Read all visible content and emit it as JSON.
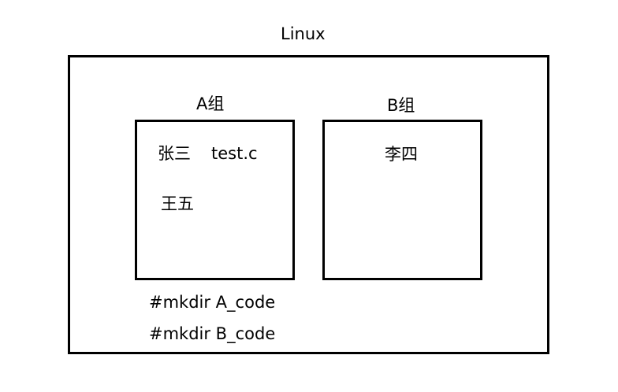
{
  "system": {
    "title": "Linux"
  },
  "groups": [
    {
      "label": "A组",
      "members": [
        "张三",
        "王五"
      ],
      "file": "test.c"
    },
    {
      "label": "B组",
      "members": [
        "李四"
      ]
    }
  ],
  "commands": [
    "#mkdir A_code",
    "#mkdir B_code"
  ]
}
